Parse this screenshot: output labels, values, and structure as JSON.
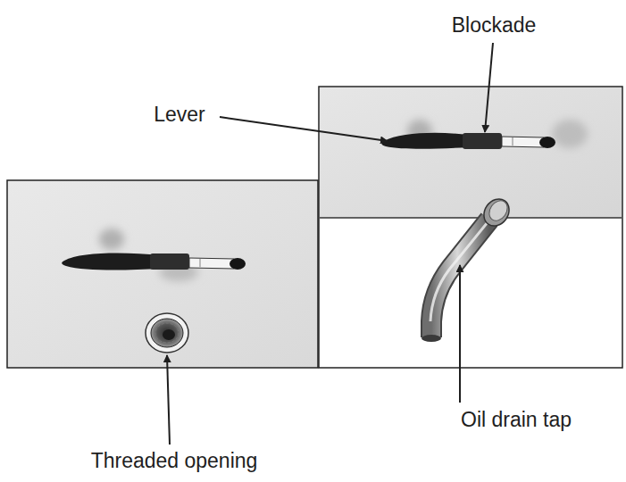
{
  "diagram": {
    "labels": [
      "Blockade",
      "Lever",
      "Threaded opening",
      "Oil drain tap"
    ]
  }
}
